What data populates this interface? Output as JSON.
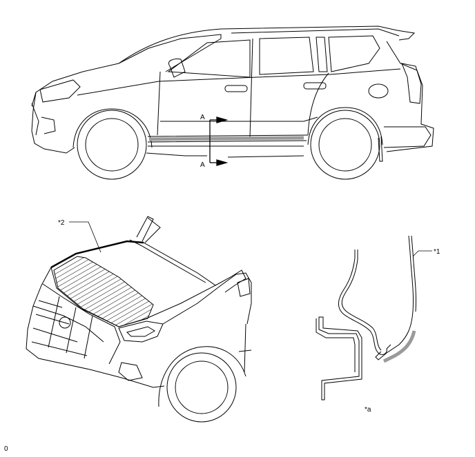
{
  "illustration": {
    "section_label_top": "A",
    "section_label_bottom": "A",
    "callouts": {
      "hood_part": "*2",
      "molding_part": "*1",
      "section_view": "*a"
    },
    "footer_code": "0"
  }
}
